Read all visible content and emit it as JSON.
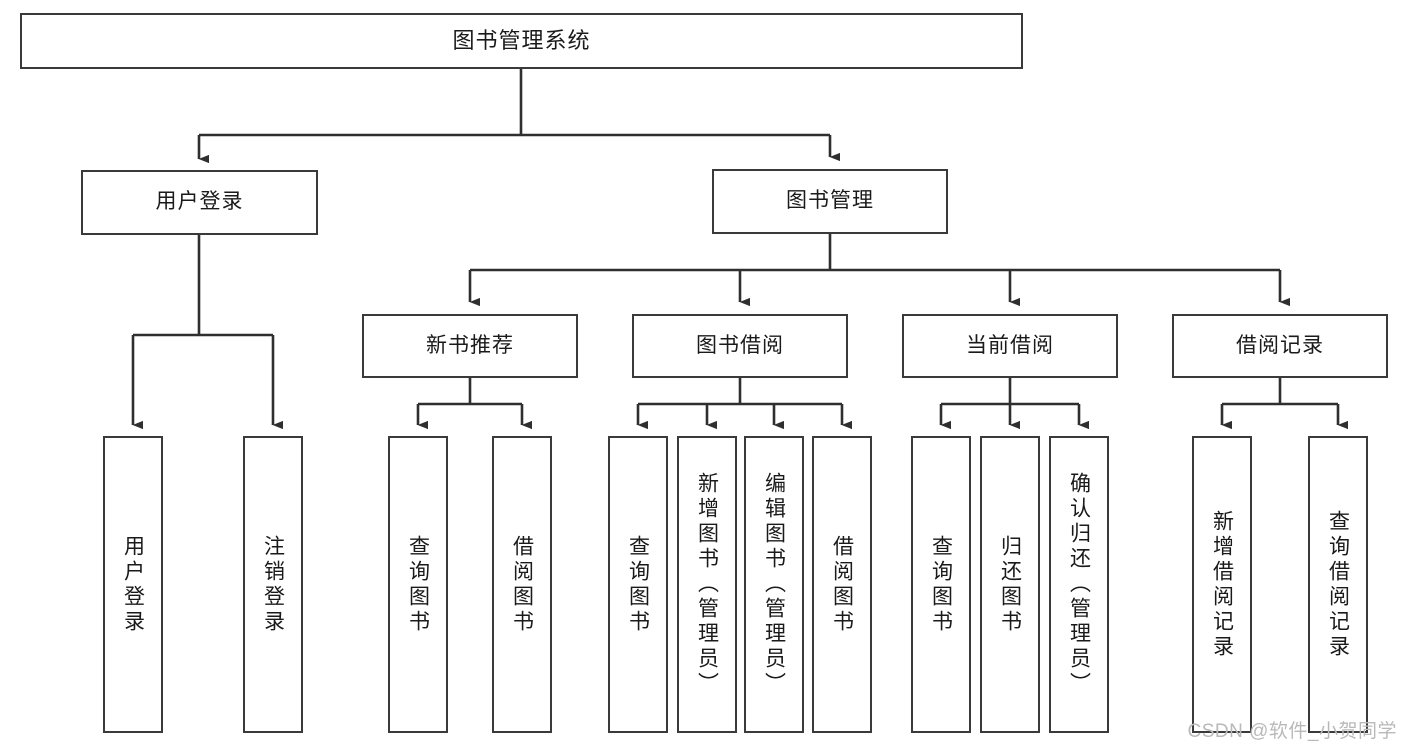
{
  "diagram": {
    "type": "tree",
    "title": "图书管理系统",
    "root": {
      "label": "图书管理系统"
    },
    "level1": [
      {
        "label": "用户登录"
      },
      {
        "label": "图书管理"
      }
    ],
    "level2": [
      {
        "label": "新书推荐"
      },
      {
        "label": "图书借阅"
      },
      {
        "label": "当前借阅"
      },
      {
        "label": "借阅记录"
      }
    ],
    "leaves": {
      "user_login": [
        {
          "label": "用户登录"
        },
        {
          "label": "注销登录"
        }
      ],
      "new_book_recommend": [
        {
          "label": "查询图书"
        },
        {
          "label": "借阅图书"
        }
      ],
      "book_borrow": [
        {
          "label": "查询图书"
        },
        {
          "label": "新增图书（管理员）"
        },
        {
          "label": "编辑图书（管理员）"
        },
        {
          "label": "借阅图书"
        }
      ],
      "current_borrow": [
        {
          "label": "查询图书"
        },
        {
          "label": "归还图书"
        },
        {
          "label": "确认归还（管理员）"
        }
      ],
      "borrow_record": [
        {
          "label": "新增借阅记录"
        },
        {
          "label": "查询借阅记录"
        }
      ]
    }
  },
  "watermark": {
    "text": "CSDN @软件_小贺同学"
  },
  "style": {
    "stroke": "#3a3a3a",
    "fill": "#ffffff",
    "text": "#1a1a1a",
    "watermark_color": "#b9b9b9"
  }
}
